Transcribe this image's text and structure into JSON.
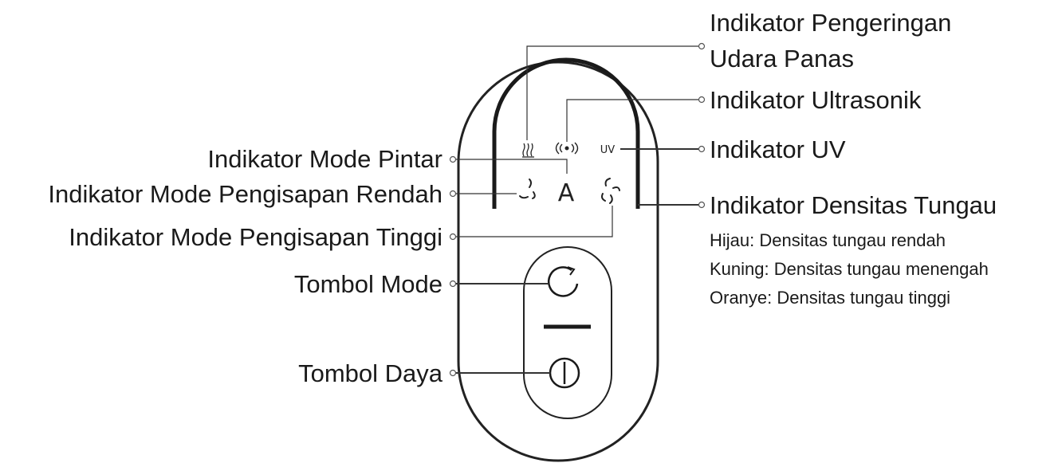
{
  "labels": {
    "hot_air": [
      "Indikator Pengeringan",
      "Udara Panas"
    ],
    "ultrasonic": "Indikator Ultrasonik",
    "uv": "Indikator UV",
    "mite_density": "Indikator Densitas Tungau",
    "smart_mode": "Indikator Mode Pintar",
    "low_suction": "Indikator Mode Pengisapan Rendah",
    "high_suction": "Indikator Mode Pengisapan Tinggi",
    "mode_button": "Tombol Mode",
    "power_button": "Tombol Daya"
  },
  "mite_density_legend": [
    "Hijau: Densitas tungau rendah",
    "Kuning: Densitas tungau menengah",
    "Oranye: Densitas tungau tinggi"
  ],
  "panel_icons": {
    "uv": "UV",
    "smart": "A"
  },
  "icons": [
    "heat-waves-icon",
    "ultrasonic-icon",
    "uv-icon",
    "fan-low-icon",
    "smart-mode-icon",
    "fan-high-icon",
    "mode-cycle-icon",
    "power-icon"
  ]
}
